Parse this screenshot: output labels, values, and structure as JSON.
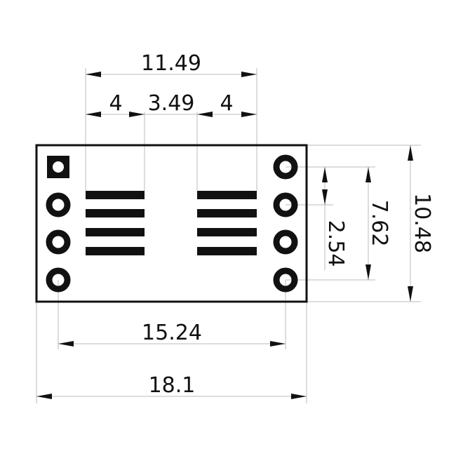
{
  "drawing": {
    "title": "PCB adapter board dimension drawing",
    "units": "mm",
    "colors": {
      "ink": "#111111",
      "extension_line": "#bbbbbb",
      "background": "#ffffff"
    },
    "dimensions": {
      "smd_span": "11.49",
      "smd_pad_length_left": "4",
      "smd_gap": "3.49",
      "smd_pad_length_right": "4",
      "pin_row_spacing": "15.24",
      "board_width": "18.1",
      "pin_pitch": "2.54",
      "pin_span": "7.62",
      "board_height": "10.48"
    },
    "through_hole_pads": {
      "per_side": 4,
      "first_pad_shape": "square"
    },
    "smd_pads": {
      "per_side": 4
    }
  }
}
